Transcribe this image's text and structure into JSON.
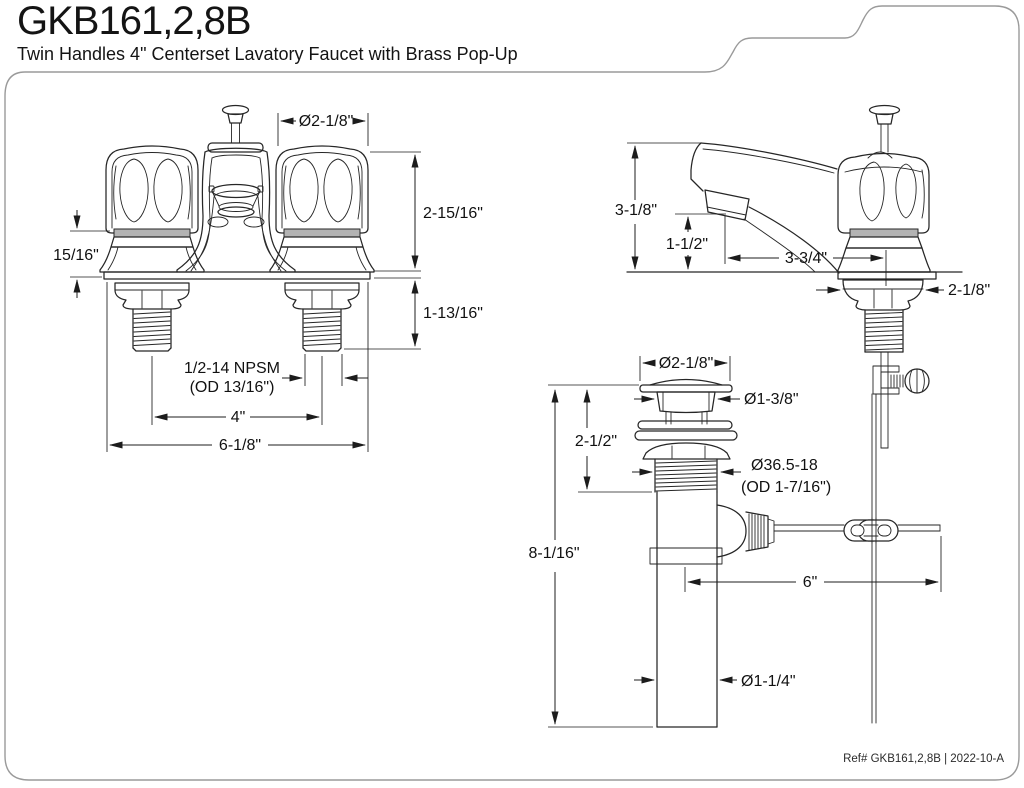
{
  "page": {
    "title": "GKB161,2,8B",
    "subtitle": "Twin Handles 4\" Centerset Lavatory Faucet with Brass Pop-Up",
    "footer_ref": "Ref# GKB161,2,8B | 2022-10-A",
    "colors": {
      "line": "#262626",
      "dimension": "#1c1c1c",
      "knob_band_gray": "#b3b3b3",
      "border_gray": "#9a9a9a",
      "background": "#ffffff"
    }
  },
  "front_view": {
    "dims": {
      "handle_diameter": "Ø2-1/8\"",
      "body_height_above_deck": "2-15/16\"",
      "handle_base_height": "15/16\"",
      "shank_length_below_deck": "1-13/16\"",
      "shank_thread_line1": "1/2-14 NPSM",
      "shank_thread_line2": "(OD 13/16\")",
      "handle_center_spacing": "4\"",
      "overall_base_width": "6-1/8\""
    }
  },
  "side_view": {
    "dims": {
      "overall_height": "3-1/8\"",
      "spout_outlet_height": "1-1/2\"",
      "spout_reach": "3-3/4\"",
      "base_depth": "2-1/8\""
    }
  },
  "drain_view": {
    "dims": {
      "flange_diameter": "Ø2-1/8\"",
      "stopper_diameter": "Ø1-3/8\"",
      "body_thread_length": "2-1/2\"",
      "body_thread_line1": "Ø36.5-18",
      "body_thread_line2": "(OD 1-7/16\")",
      "overall_length": "8-1/16\"",
      "ball_rod_length": "6\"",
      "tailpiece_diameter": "Ø1-1/4\""
    }
  }
}
